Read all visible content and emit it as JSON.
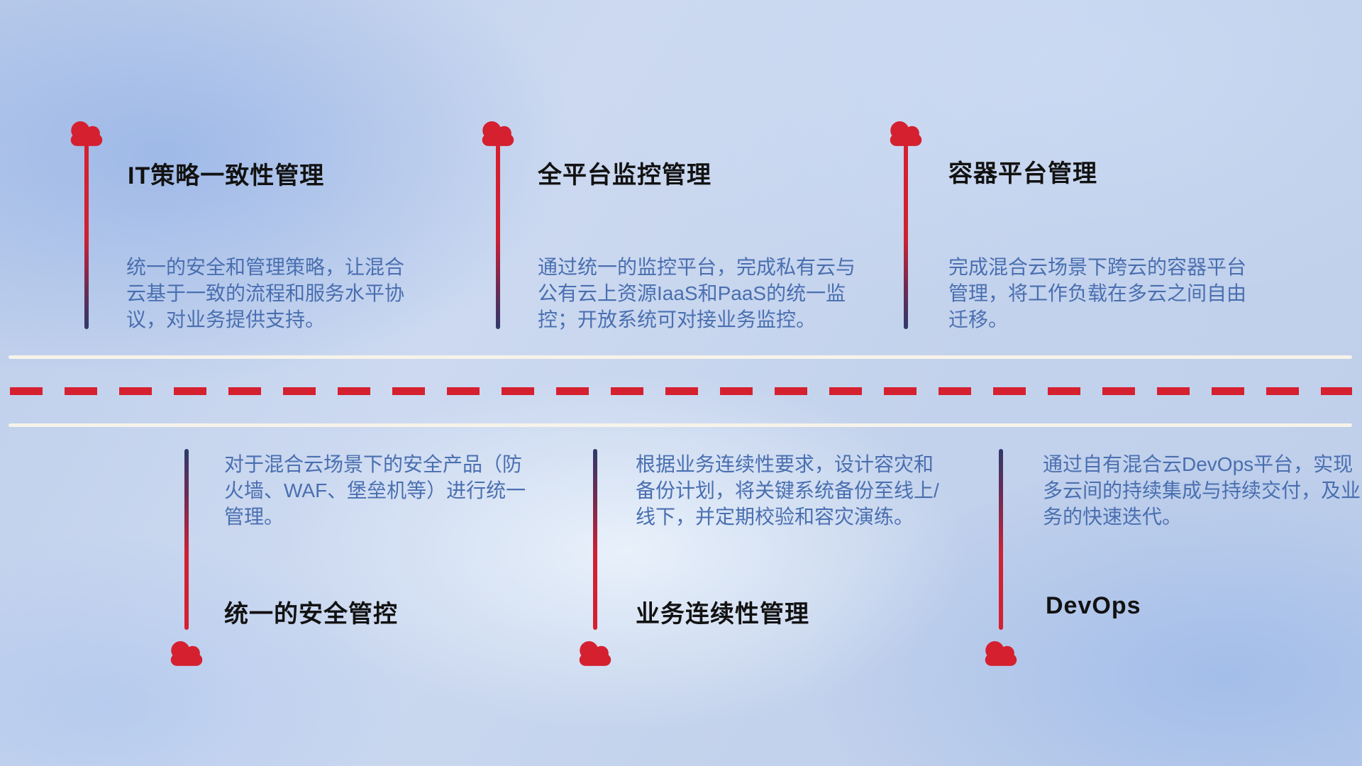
{
  "canvas": {
    "background_base": "#c6d4ec",
    "road_line_color": "#f7f3ea",
    "road_dash_color": "#d5202f",
    "accent_red": "#d5202f",
    "connector_navy": "#2f3a6b",
    "title_color": "#121212",
    "desc_color": "#4a6fb0"
  },
  "icons": {
    "item_marker": "cloud-icon"
  },
  "items_top": [
    {
      "title": "IT策略一致性管理",
      "desc": "统一的安全和管理策略，让混合云基于一致的流程和服务水平协议，对业务提供支持。"
    },
    {
      "title": "全平台监控管理",
      "desc": "通过统一的监控平台，完成私有云与公有云上资源IaaS和PaaS的统一监控；开放系统可对接业务监控。"
    },
    {
      "title": "容器平台管理",
      "desc": "完成混合云场景下跨云的容器平台管理，将工作负载在多云之间自由迁移。"
    }
  ],
  "items_bottom": [
    {
      "title": "统一的安全管控",
      "desc": "对于混合云场景下的安全产品（防火墙、WAF、堡垒机等）进行统一管理。"
    },
    {
      "title": "业务连续性管理",
      "desc": "根据业务连续性要求，设计容灾和备份计划，将关键系统备份至线上/线下，并定期校验和容灾演练。"
    },
    {
      "title": "DevOps",
      "desc": "通过自有混合云DevOps平台，实现多云间的持续集成与持续交付，及业务的快速迭代。"
    }
  ]
}
